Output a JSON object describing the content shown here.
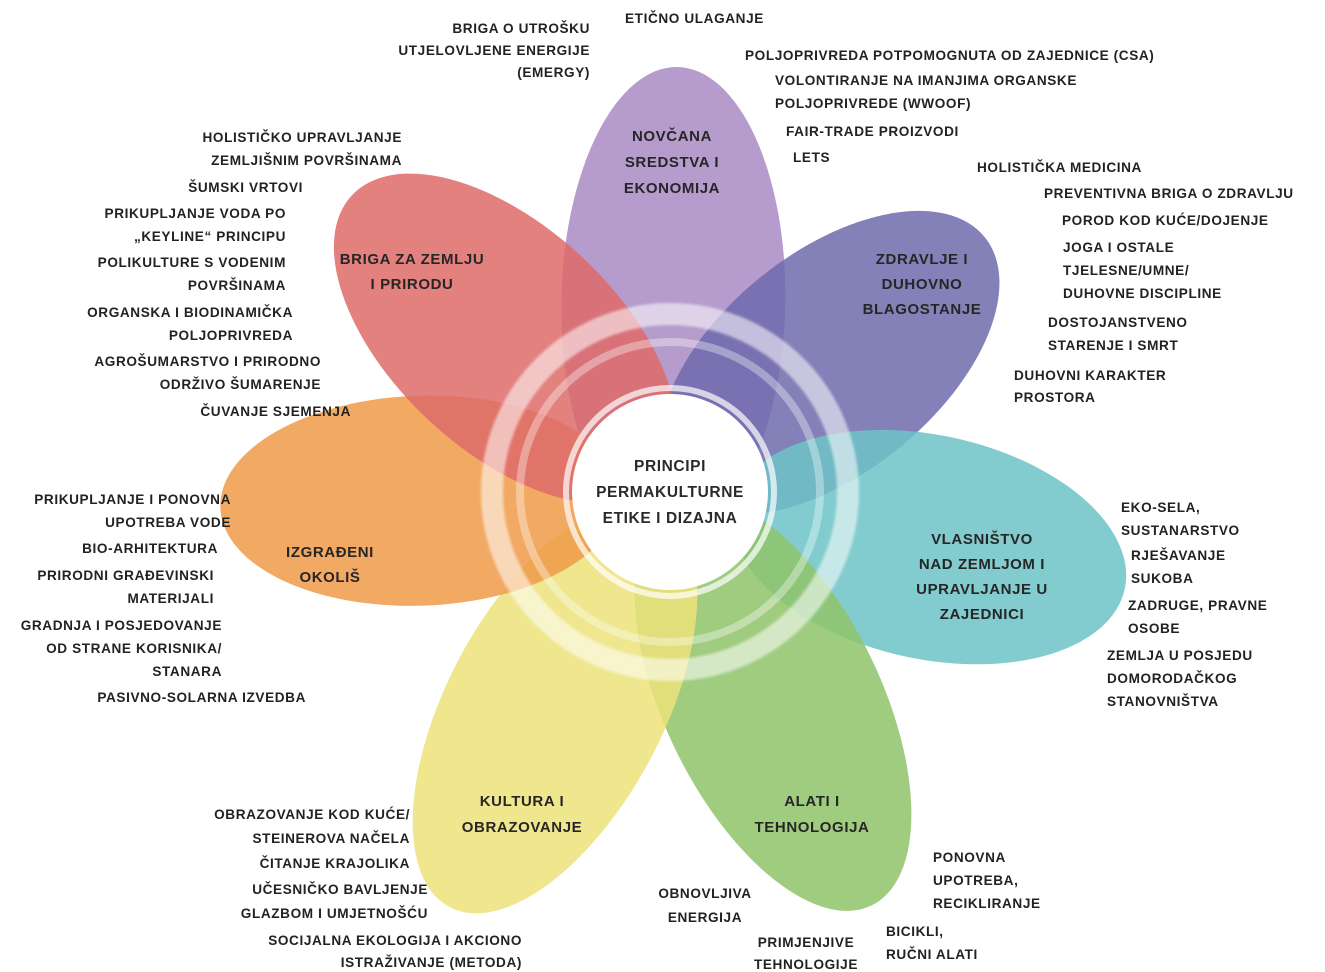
{
  "center": {
    "lines": [
      "PRINCIPI",
      "PERMAKULTURNE",
      "ETIKE I DIZAJNA"
    ]
  },
  "petals": [
    {
      "key": "finance",
      "title": [
        "NOVČANA",
        "SREDSTVA I",
        "EKONOMIJA"
      ],
      "color": "#a98bc3",
      "items": [
        [
          "BRIGA O UTROŠKU",
          "UTJELOVLJENE ENERGIJE",
          "(EMERGY)"
        ],
        [
          "ETIČNO ULAGANJE"
        ],
        [
          "POLJOPRIVREDA POTPOMOGNUTA OD ZAJEDNICE (CSA)"
        ],
        [
          "VOLONTIRANJE NA IMANJIMA ORGANSKE",
          "POLJOPRIVREDE (WWOOF)"
        ],
        [
          "FAIR-TRADE PROIZVODI"
        ],
        [
          "LETS"
        ]
      ]
    },
    {
      "key": "health",
      "title": [
        "ZDRAVLJE I",
        "DUHOVNO",
        "BLAGOSTANJE"
      ],
      "color": "#6e6aab",
      "items": [
        [
          "HOLISTIČKA MEDICINA"
        ],
        [
          "PREVENTIVNA BRIGA O ZDRAVLJU"
        ],
        [
          "POROD KOD KUĆE/DOJENJE"
        ],
        [
          "JOGA I OSTALE",
          "TJELESNE/UMNE/",
          "DUHOVNE DISCIPLINE"
        ],
        [
          "DOSTOJANSTVENO",
          "STARENJE I SMRT"
        ],
        [
          "DUHOVNI KARAKTER",
          "PROSTORA"
        ]
      ]
    },
    {
      "key": "tenure",
      "title": [
        "VLASNIŠTVO",
        "NAD ZEMLJOM I",
        "UPRAVLJANJE U",
        "ZAJEDNICI"
      ],
      "color": "#6cc3c7",
      "items": [
        [
          "EKO-SELA,",
          "SUSTANARSTVO"
        ],
        [
          "RJEŠAVANJE",
          "SUKOBA"
        ],
        [
          "ZADRUGE, PRAVNE",
          "OSOBE"
        ],
        [
          "ZEMLJA U POSJEDU",
          "DOMORODAČKOG",
          "STANOVNIŠTVA"
        ]
      ]
    },
    {
      "key": "tools",
      "title": [
        "ALATI I",
        "TEHNOLOGIJA"
      ],
      "color": "#8fc36a",
      "items": [
        [
          "PONOVNA",
          "UPOTREBA,",
          "RECIKLIRANJE"
        ],
        [
          "BICIKLI,",
          "RUČNI ALATI"
        ],
        [
          "PRIMJENJIVE",
          "TEHNOLOGIJE"
        ],
        [
          "OBNOVLJIVA",
          "ENERGIJA"
        ]
      ]
    },
    {
      "key": "culture",
      "title": [
        "KULTURA I",
        "OBRAZOVANJE"
      ],
      "color": "#ece27a",
      "items": [
        [
          "OBRAZOVANJE KOD KUĆE/",
          "STEINEROVA NAČELA"
        ],
        [
          "ČITANJE KRAJOLIKA"
        ],
        [
          "UČESNIČKO BAVLJENJE",
          "GLAZBOM I UMJETNOŠĆU"
        ],
        [
          "SOCIJALNA EKOLOGIJA I AKCIONO",
          "ISTRAŽIVANJE (METODA)"
        ]
      ]
    },
    {
      "key": "built",
      "title": [
        "IZGRAĐENI",
        "OKOLIŠ"
      ],
      "color": "#ee9a48",
      "items": [
        [
          "PRIKUPLJANJE I PONOVNA",
          "UPOTREBA VODE"
        ],
        [
          "BIO-ARHITEKTURA"
        ],
        [
          "PRIRODNI GRAĐEVINSKI",
          "MATERIJALI"
        ],
        [
          "GRADNJA I POSJEDOVANJE",
          "OD STRANE KORISNIKA/",
          "STANARA"
        ],
        [
          "PASIVNO-SOLARNA IZVEDBA"
        ]
      ]
    },
    {
      "key": "land",
      "title": [
        "BRIGA ZA ZEMLJU",
        "I PRIRODU"
      ],
      "color": "#de6b68",
      "items": [
        [
          "HOLISTIČKO UPRAVLJANJE",
          "ZEMLJIŠNIM POVRŠINAMA"
        ],
        [
          "ŠUMSKI VRTOVI"
        ],
        [
          "PRIKUPLJANJE VODA PO",
          "„KEYLINE“ PRINCIPU"
        ],
        [
          "POLIKULTURE S VODENIM",
          "POVRŠINAMA"
        ],
        [
          "ORGANSKA I BIODINAMIČKA",
          "POLJOPRIVREDA"
        ],
        [
          "AGROŠUMARSTVO I PRIRODNO",
          "ODRŽIVO ŠUMARENJE"
        ],
        [
          "ČUVANJE SJEMENJA"
        ]
      ]
    }
  ]
}
